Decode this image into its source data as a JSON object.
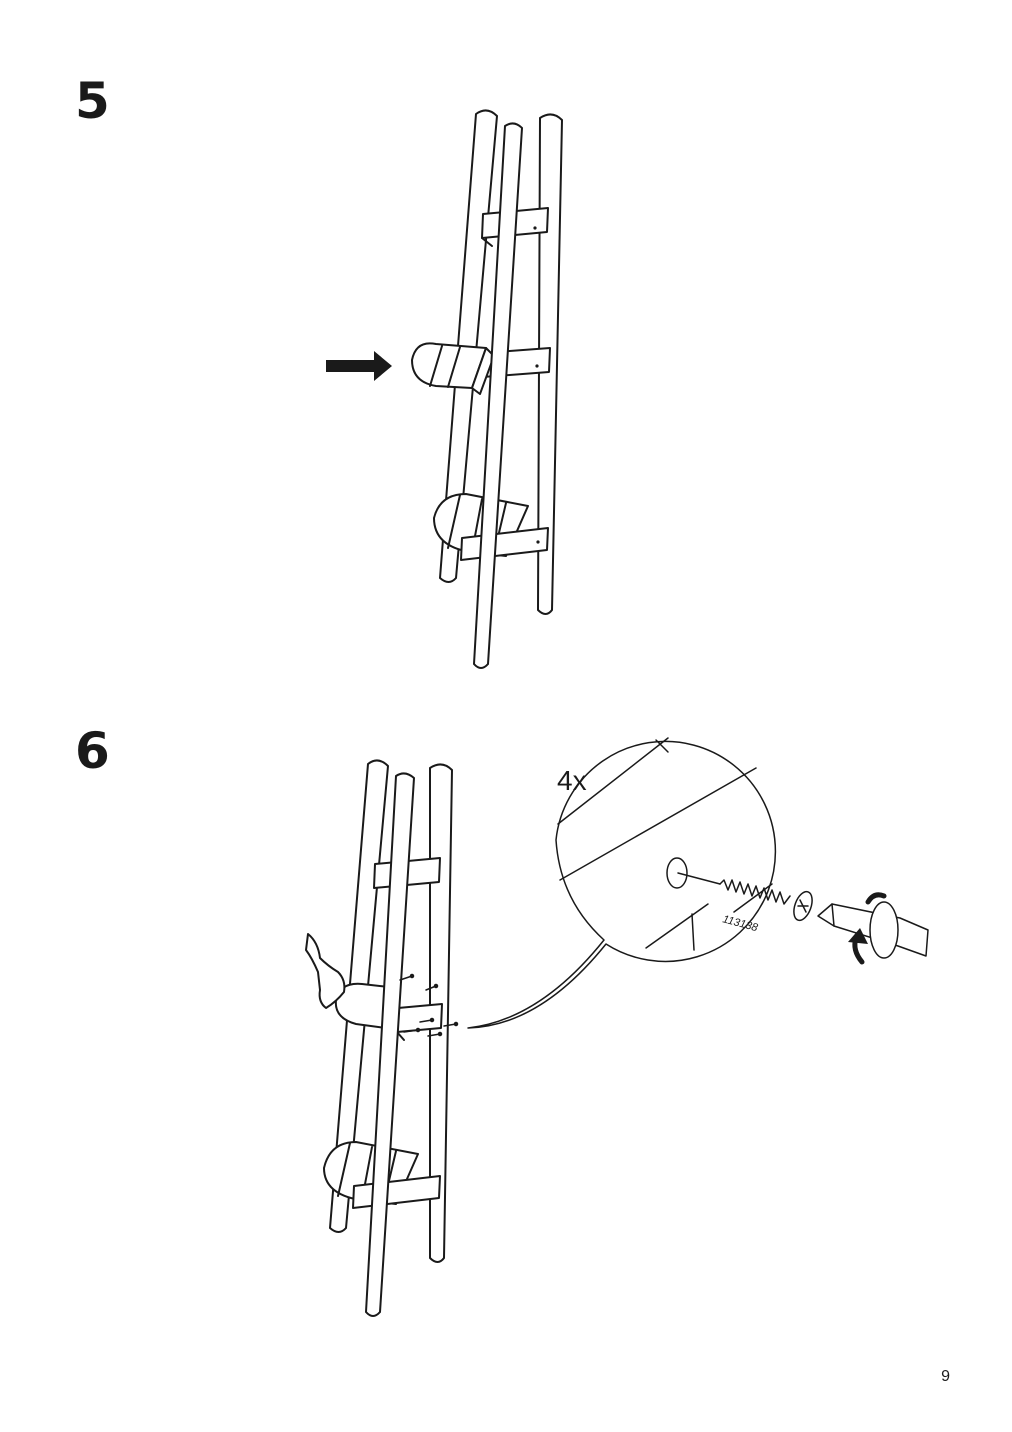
{
  "steps": [
    {
      "number": "5"
    },
    {
      "number": "6",
      "quantity": "4x",
      "article_number": "113138"
    }
  ],
  "icons": {
    "step5": [
      "push-arrow-icon"
    ],
    "step6": [
      "screw-icon",
      "screwdriver-icon",
      "rotate-clockwise-icon",
      "hand-icon"
    ]
  },
  "page": {
    "number": "9"
  }
}
